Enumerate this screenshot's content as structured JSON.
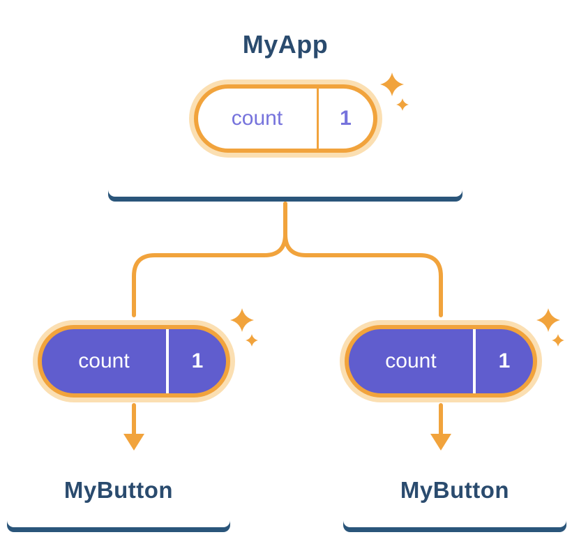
{
  "colors": {
    "orange": "#F1A33C",
    "orange_light": "#FBDFB2",
    "purple": "#605DCE",
    "purple_text": "#7673DC",
    "navy": "#2A4B6E",
    "shadow": "#2A557A"
  },
  "app_card": {
    "title": "MyApp",
    "state_pill": {
      "label": "count",
      "value": "1"
    }
  },
  "child_pills": [
    {
      "label": "count",
      "value": "1"
    },
    {
      "label": "count",
      "value": "1"
    }
  ],
  "child_cards": [
    {
      "title": "MyButton"
    },
    {
      "title": "MyButton"
    }
  ],
  "icons": {
    "sparkle": "✦"
  }
}
